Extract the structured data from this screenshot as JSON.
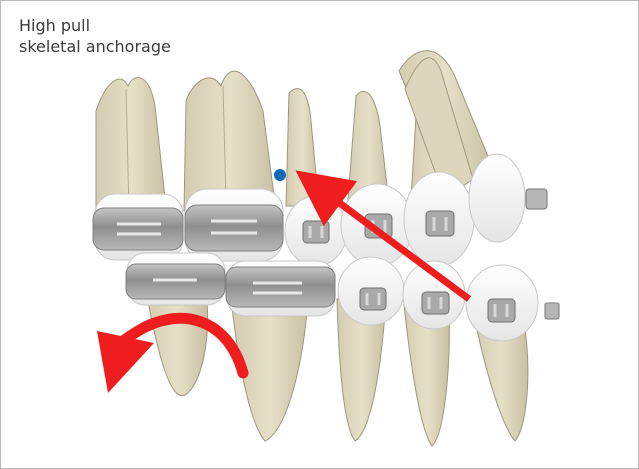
{
  "caption": {
    "line1": "High pull",
    "line2": "skeletal anchorage"
  },
  "colors": {
    "frame_border": "#b9b9b9",
    "text": "#3b3b3b",
    "tooth_root": "#d8d1b8",
    "tooth_crown": "#f4f4f4",
    "molar_band": "#9d9d9d",
    "bracket": "#a9a9a9",
    "force_arrow": "#ef1d1d",
    "anchor_point": "#1469b3"
  },
  "icons": {
    "anchor_point": "blue-dot",
    "force_arrow": "straight-red-arrow",
    "rotation_arrow": "curved-red-arrow"
  }
}
